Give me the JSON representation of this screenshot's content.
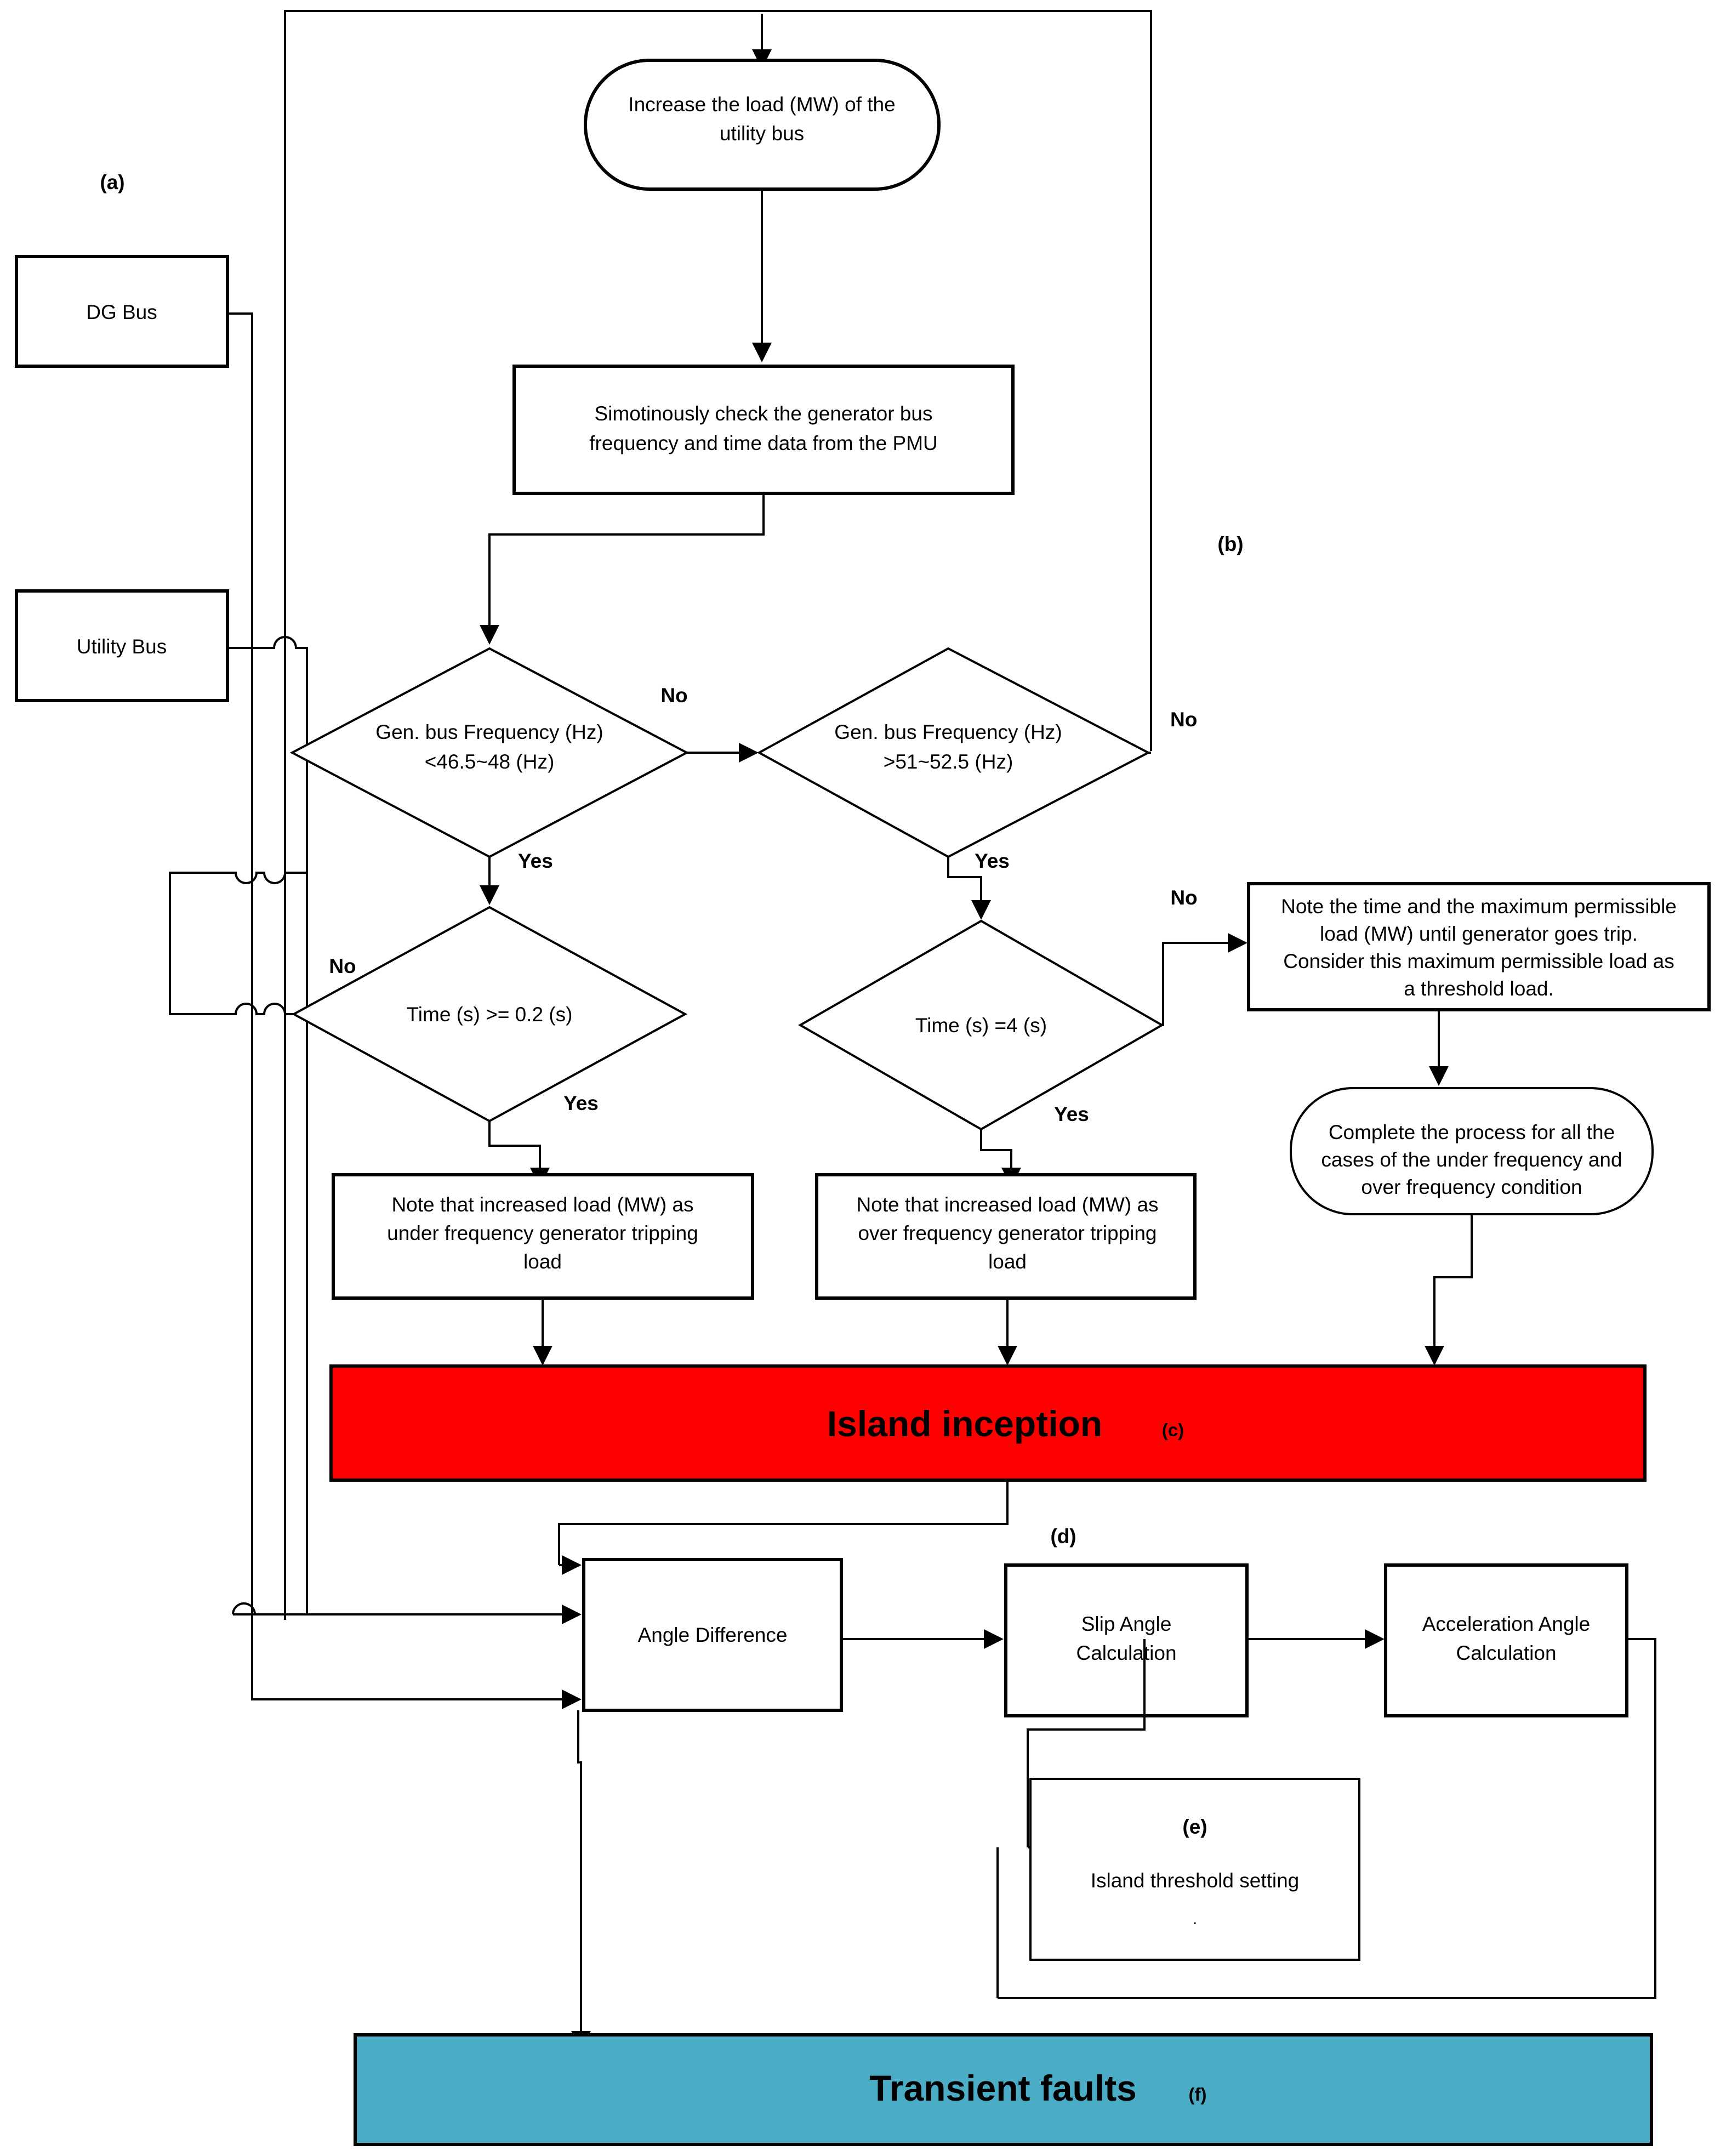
{
  "figure": {
    "panel_labels": {
      "a": "(a)",
      "b": "(b)",
      "c": "(c)",
      "d": "(d)",
      "e": "(e)",
      "f": "(f)"
    }
  },
  "nodes": {
    "dg_bus": {
      "label": "DG Bus",
      "shape": "rect"
    },
    "utility_bus": {
      "label": "Utility Bus",
      "shape": "rect"
    },
    "increase_load": {
      "shape": "terminator",
      "line1": "Increase the load (MW) of the",
      "line2": "utility bus"
    },
    "check_pmu": {
      "shape": "rect",
      "line1": "Simotinously check the generator bus",
      "line2": "frequency and time data from the PMU"
    },
    "freq_under": {
      "shape": "diamond",
      "line1": "Gen. bus Frequency (Hz)",
      "line2": "<46.5~48 (Hz)"
    },
    "freq_over": {
      "shape": "diamond",
      "line1": "Gen. bus Frequency (Hz)",
      "line2": ">51~52.5 (Hz)"
    },
    "time_under": {
      "shape": "diamond",
      "line1": "Time (s) >= 0.2 (s)"
    },
    "time_over": {
      "shape": "diamond",
      "line1": "Time (s) =4 (s)"
    },
    "note_threshold": {
      "shape": "rect",
      "line1": "Note the time and the maximum permissible",
      "line2": "load (MW) until generator goes trip.",
      "line3": "Consider this maximum permissible load as",
      "line4": "a threshold load."
    },
    "complete_process": {
      "shape": "terminator",
      "line1": "Complete the process for all the",
      "line2": "cases of the under frequency and",
      "line3": "over frequency condition"
    },
    "note_under_load": {
      "shape": "rect",
      "line1": "Note that increased load (MW) as",
      "line2": "under frequency generator tripping",
      "line3": "load"
    },
    "note_over_load": {
      "shape": "rect",
      "line1": "Note that increased load (MW) as",
      "line2": "over  frequency generator tripping",
      "line3": "load"
    },
    "island_inception": {
      "shape": "banner",
      "label": "Island inception",
      "tag": "(c)",
      "color": "#FF0000"
    },
    "angle_difference": {
      "shape": "rect",
      "label": "Angle Difference"
    },
    "slip_angle": {
      "shape": "rect",
      "line1": "Slip Angle",
      "line2": "Calculation"
    },
    "acceleration_angle": {
      "shape": "rect",
      "line1": "Acceleration Angle",
      "line2": "Calculation"
    },
    "island_threshold": {
      "shape": "rect",
      "tag": "(e)",
      "label": "Island threshold setting",
      "dot": "."
    },
    "transient_faults": {
      "shape": "banner",
      "label": "Transient faults",
      "tag": "(f)",
      "color": "#4BACC6"
    }
  },
  "edge_labels": {
    "freq_under_no": "No",
    "freq_under_yes": "Yes",
    "freq_over_no": "No",
    "freq_over_yes": "Yes",
    "time_under_no": "No",
    "time_under_yes": "Yes",
    "time_over_no": "No",
    "time_over_yes": "Yes"
  },
  "colors": {
    "island_inception_fill": "#FF0000",
    "transient_faults_fill": "#4BACC6",
    "stroke": "#000000",
    "shape_fill": "#FFFFFF"
  }
}
